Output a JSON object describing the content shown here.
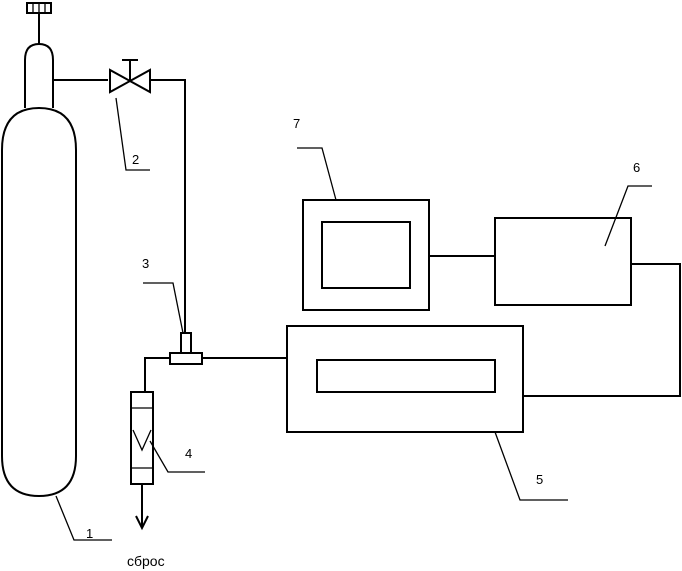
{
  "labels": {
    "l1": "1",
    "l2": "2",
    "l3": "3",
    "l4": "4",
    "l5": "5",
    "l6": "6",
    "l7": "7"
  },
  "outlet_caption": "сброс"
}
